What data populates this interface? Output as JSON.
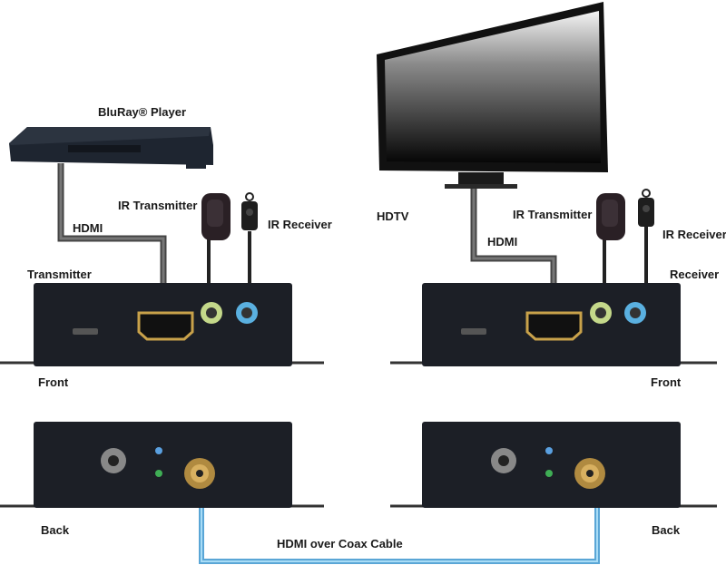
{
  "labels": {
    "bluray": "BluRay® Player",
    "hdmi_left": "HDMI",
    "ir_tx_left": "IR Transmitter",
    "ir_rx_left": "IR Receiver",
    "transmitter": "Transmitter",
    "front_left": "Front",
    "hdtv": "HDTV",
    "ir_tx_right": "IR Transmitter",
    "hdmi_right": "HDMI",
    "ir_rx_right": "IR Receiver",
    "receiver": "Receiver",
    "front_right": "Front",
    "back_left": "Back",
    "back_right": "Back",
    "coax": "HDMI over Coax Cable"
  },
  "colors": {
    "box": "#1c1f26",
    "hdmi_gold": "#c9a24a",
    "jack_green": "#c4d88a",
    "jack_blue": "#5ab0e0",
    "cable_gray": "#555555",
    "coax_blue": "#7cc4ec"
  }
}
